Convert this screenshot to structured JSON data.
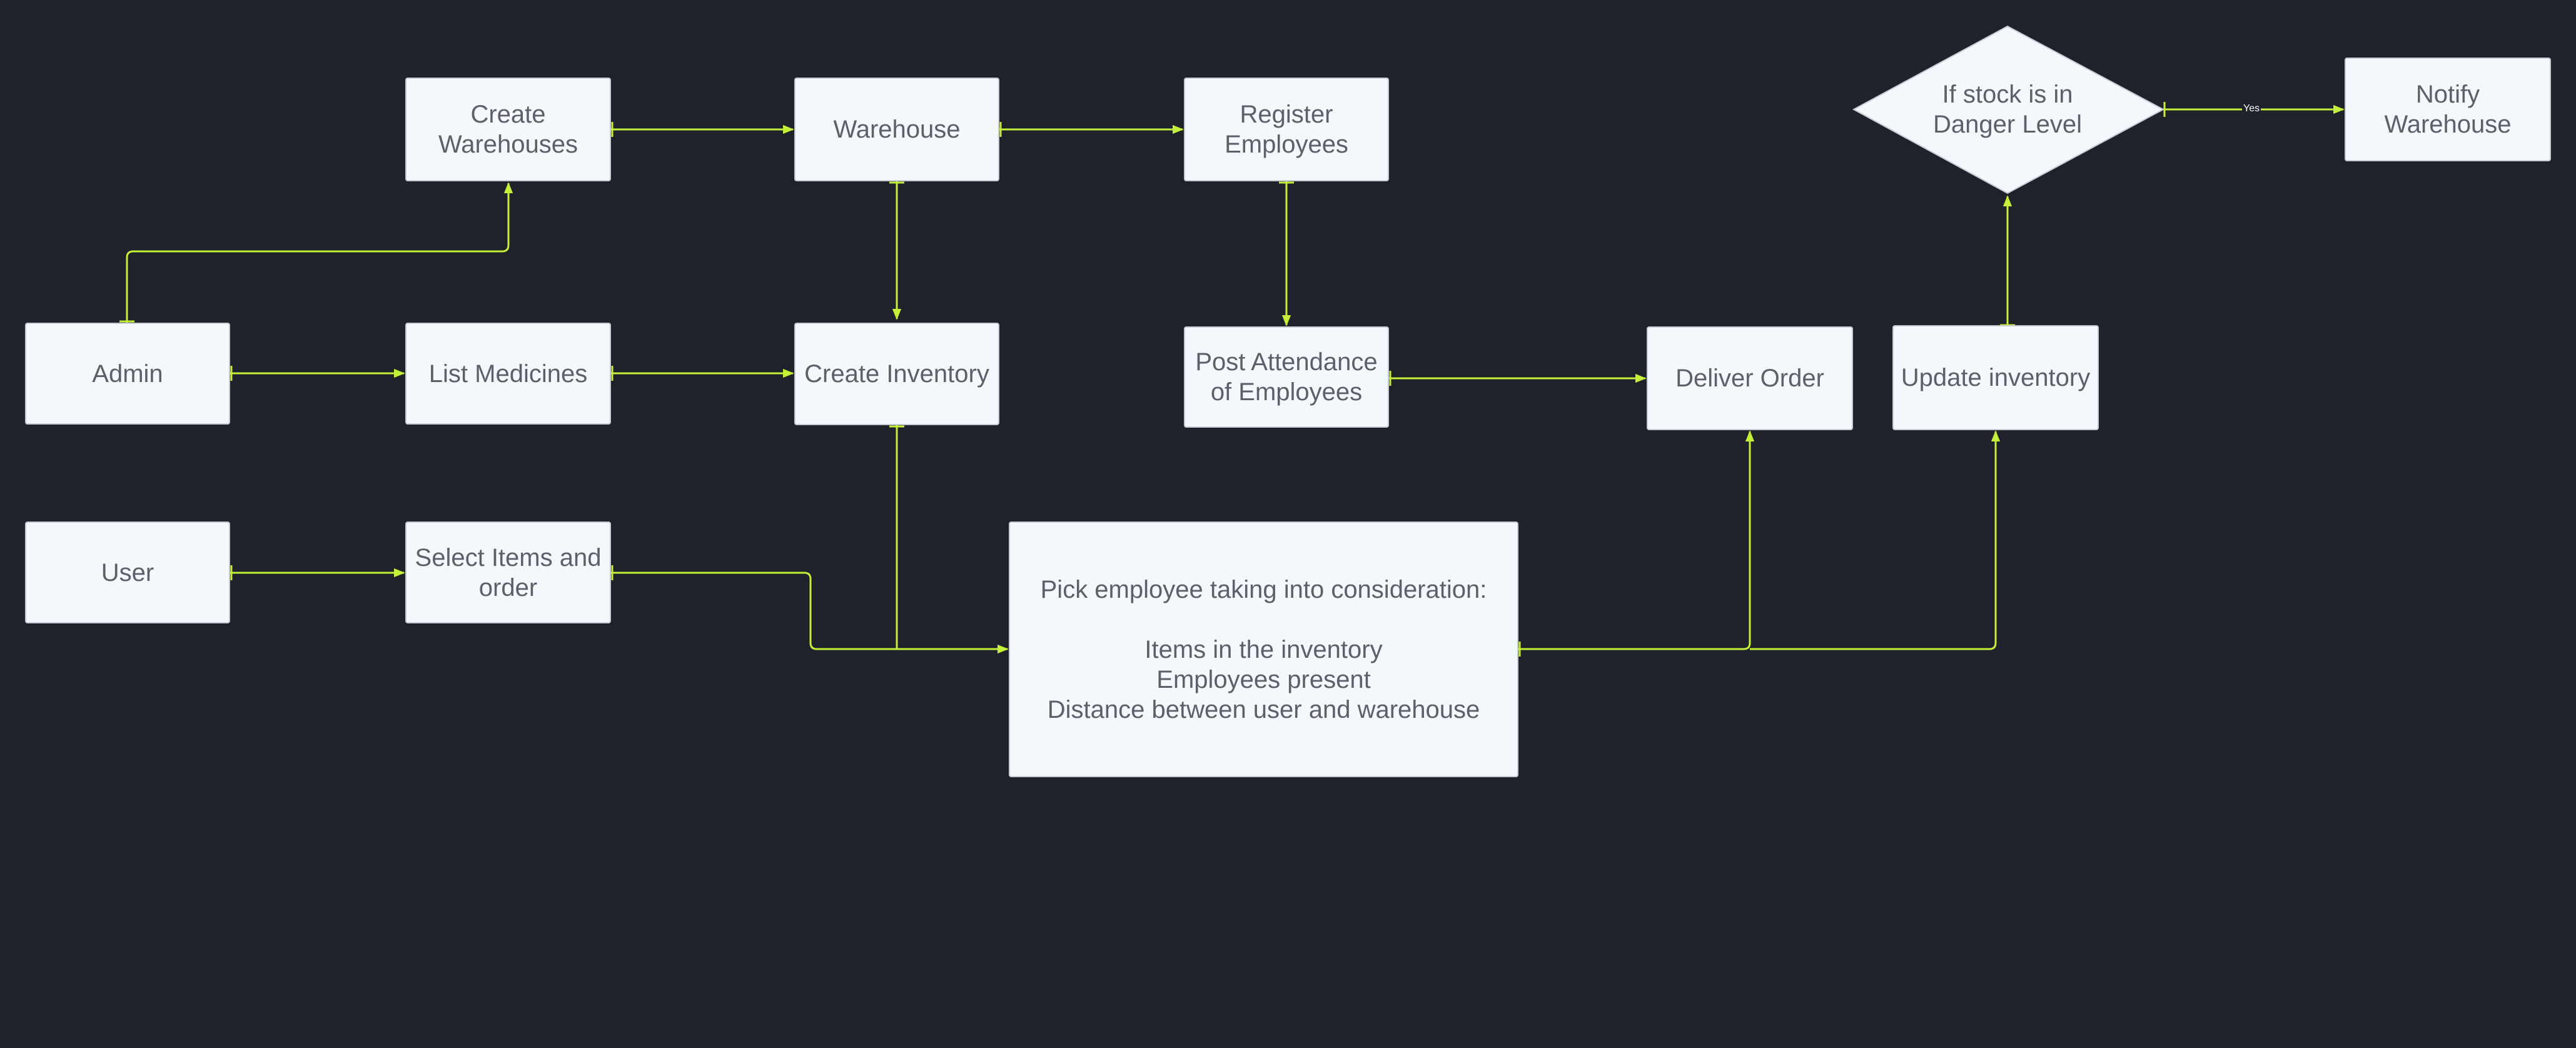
{
  "colors": {
    "background": "#20222b",
    "node_fill": "#f3f8fd",
    "node_border": "#c5cad3",
    "node_text": "#5e6068",
    "connector": "#c4f03a"
  },
  "nodes": {
    "admin": "Admin",
    "user": "User",
    "create_warehouses": "Create\nWarehouses",
    "list_medicines": "List Medicines",
    "select_items": "Select Items and\norder",
    "warehouse": "Warehouse",
    "create_inventory": "Create Inventory",
    "register_employees": "Register\nEmployees",
    "post_attendance": "Post Attendance\nof Employees",
    "pick_employee": "Pick employee taking into consideration:\n\nItems in the inventory\nEmployees present\nDistance between user and warehouse",
    "deliver_order": "Deliver Order",
    "update_inventory": "Update inventory",
    "stock_decision": "If stock is in\nDanger Level",
    "notify_warehouse": "Notify Warehouse"
  },
  "edge_labels": {
    "yes": "Yes"
  }
}
